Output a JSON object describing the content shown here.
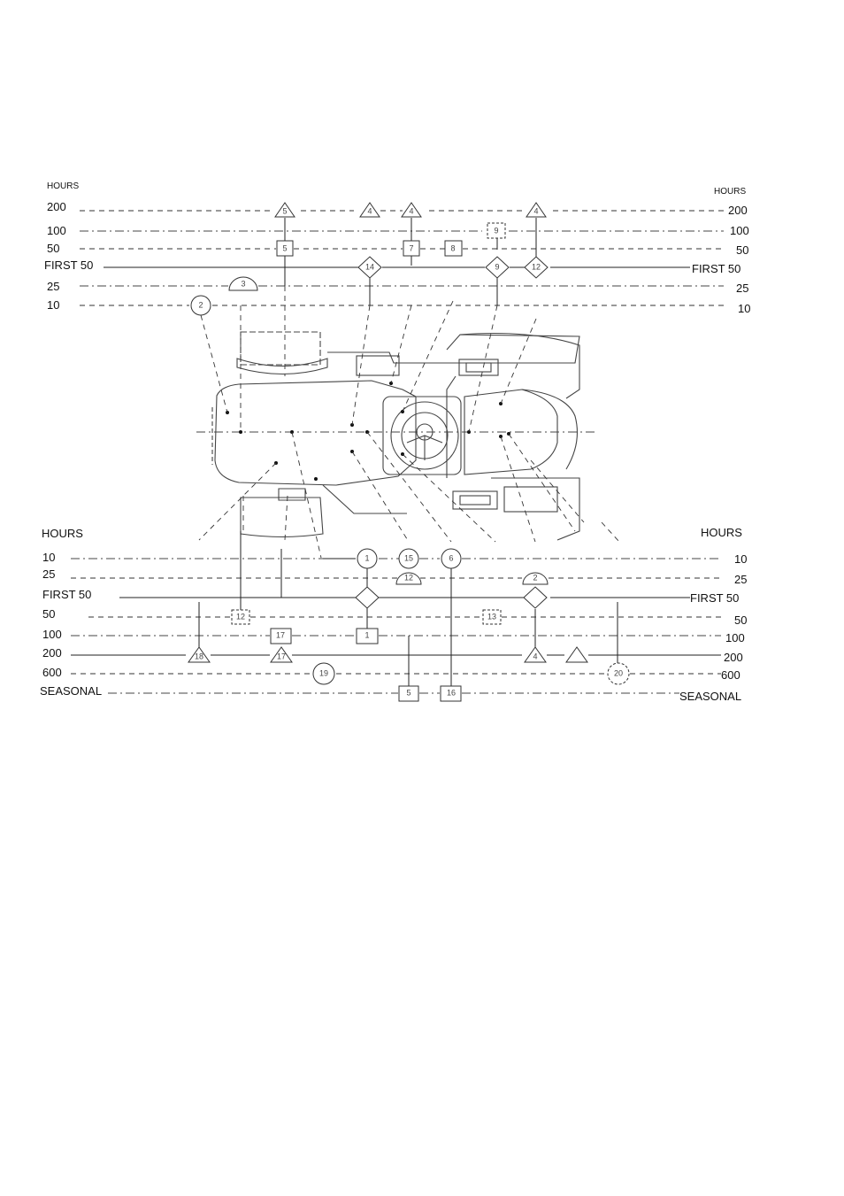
{
  "top": {
    "left_title": "HOURS",
    "right_title": "HOURS",
    "rows": [
      {
        "left": "200",
        "right": "200"
      },
      {
        "left": "100",
        "right": "100"
      },
      {
        "left": "50",
        "right": "50"
      },
      {
        "left": "FIRST 50",
        "right": "FIRST 50"
      },
      {
        "left": "25",
        "right": "25"
      },
      {
        "left": "10",
        "right": "10"
      }
    ]
  },
  "bottom": {
    "left_title": "HOURS",
    "right_title": "HOURS",
    "rows": [
      {
        "left": "10",
        "right": "10"
      },
      {
        "left": "25",
        "right": "25"
      },
      {
        "left": "FIRST 50",
        "right": "FIRST 50"
      },
      {
        "left": "50",
        "right": "50"
      },
      {
        "left": "100",
        "right": "100"
      },
      {
        "left": "200",
        "right": "200"
      },
      {
        "left": "600",
        "right": "600"
      },
      {
        "left": "SEASONAL",
        "right": "SEASONAL"
      }
    ]
  },
  "symbols": {
    "top": [
      "5",
      "4",
      "4",
      "4",
      "9",
      "5",
      "7",
      "8",
      "14",
      "9",
      "12",
      "3",
      "2"
    ],
    "bottom": [
      "1",
      "15",
      "6",
      "12",
      "2",
      "12",
      "13",
      "17",
      "1",
      "18",
      "17",
      "4",
      "19",
      "20",
      "5",
      "16"
    ]
  }
}
